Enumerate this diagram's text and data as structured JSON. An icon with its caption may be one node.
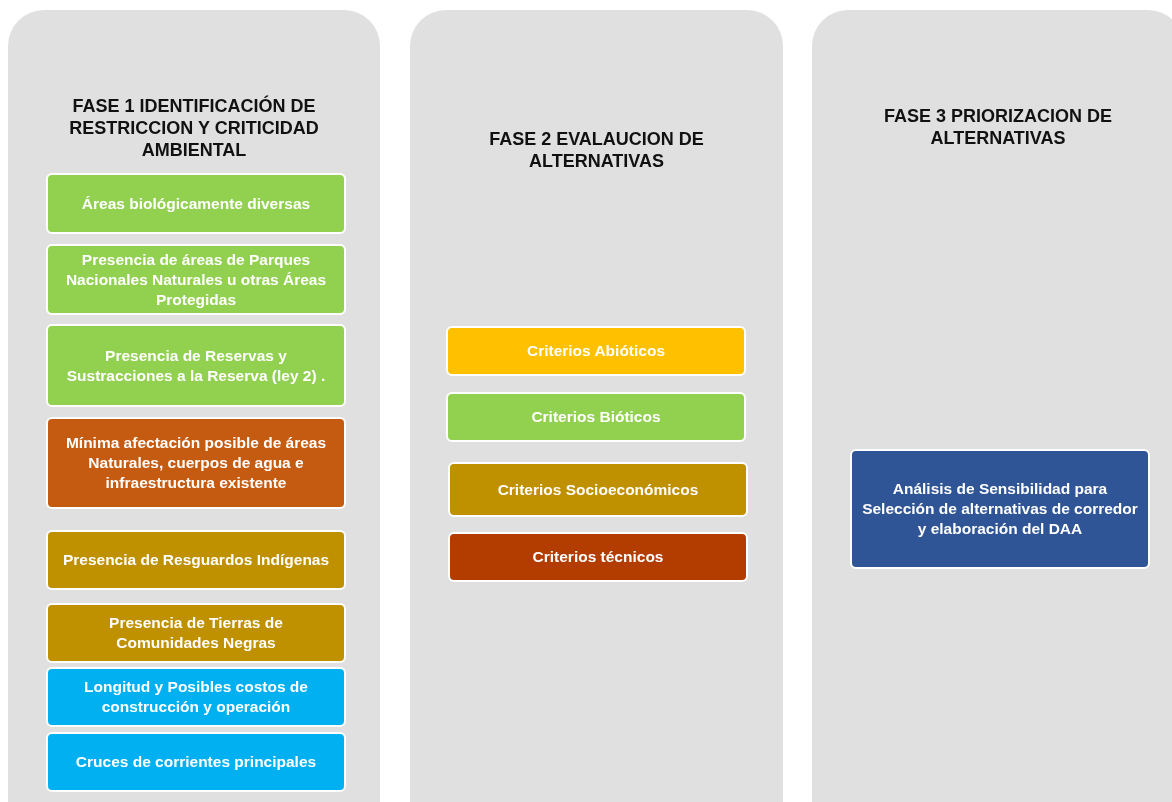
{
  "diagram": {
    "nodes": [
      {
        "text": [
          "FASE 1 IDENTIFICACIÓN DE RESTRICCION Y CRITICIDAD AMBIENTAL"
        ]
      },
      {
        "text": [
          "Áreas biológicamente diversas"
        ],
        "in": 0
      },
      {
        "text": [
          "Presencia de áreas de Parques Nacionales Naturales u otras Áreas Protegidas"
        ],
        "in": 0
      },
      {
        "text": [
          "Presencia de Reservas y Sustracciones a la Reserva (ley 2) ."
        ],
        "in": 0
      },
      {
        "text": [
          "Mínima afectación posible de áreas Naturales, cuerpos de agua e infraestructura existente"
        ],
        "in": 0
      },
      {
        "text": [
          "Presencia de Resguardos Indígenas"
        ],
        "in": 0
      },
      {
        "text": [
          "Presencia de Tierras de Comunidades Negras"
        ],
        "in": 0
      },
      {
        "text": [
          "Longitud y Posibles costos de construcción y operación"
        ],
        "in": 0
      },
      {
        "text": [
          "Cruces de corrientes principales"
        ],
        "in": 0
      },
      {
        "text": [
          "FASE 2 EVALAUCION DE ALTERNATIVAS"
        ]
      },
      {
        "text": [
          "Criterios Abióticos"
        ],
        "in": 9
      },
      {
        "text": [
          "Criterios Bióticos"
        ],
        "in": 9
      },
      {
        "text": [
          "Criterios Socioeconómicos"
        ],
        "in": 9
      },
      {
        "text": [
          "Criterios técnicos"
        ],
        "in": 9
      },
      {
        "text": [
          "FASE 3 PRIORIZACION DE ALTERNATIVAS"
        ]
      },
      {
        "text": [
          "Análisis de Sensibilidad para Selección de alternativas de corredor y elaboración del DAA"
        ],
        "in": 14
      }
    ]
  }
}
